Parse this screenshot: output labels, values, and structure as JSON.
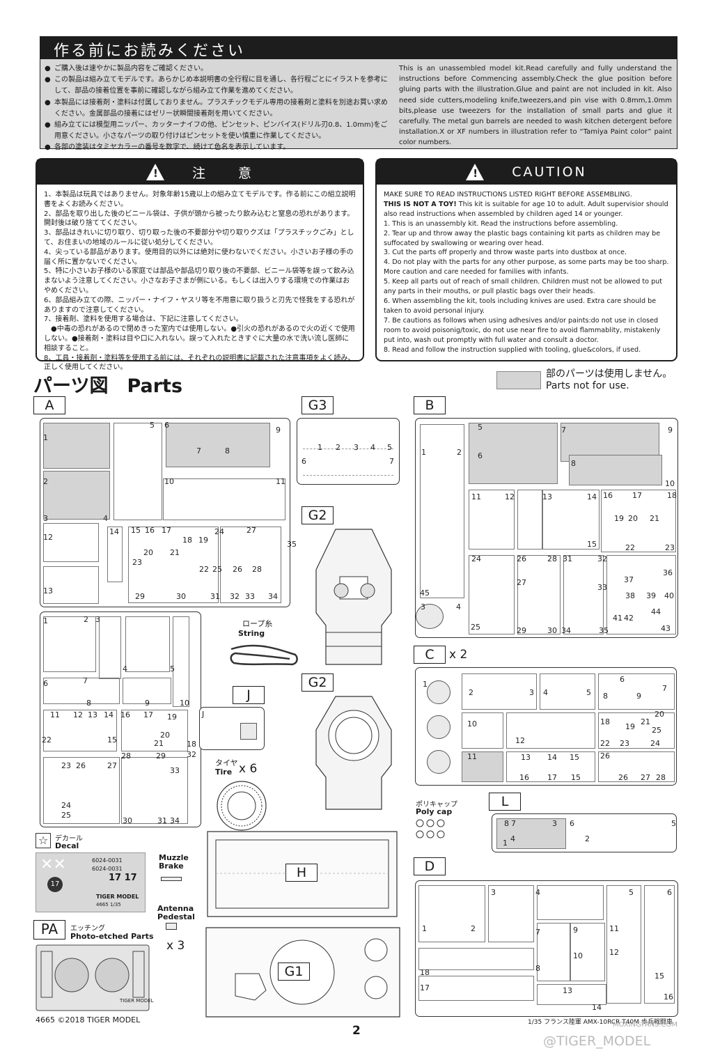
{
  "header": {
    "title": "作る前にお読みください"
  },
  "intro": {
    "jp": [
      "ご購入後は速やかに製品内容をご確認ください。",
      "この製品は組み立てモデルです。あらかじめ本説明書の全行程に目を通し、各行程ごとにイラストを参考にして、部品の接着位置を事前に確認しながら組み立て作業を進めてください。",
      "本製品には接着剤・塗料は付属しておりません。プラスチックモデル専用の接着剤と塗料を別途お買い求めください。金属部品の接着にはゼリー状瞬間接着剤を用いてください。",
      "組み立てには模型用ニッパー、カッターナイフの他、ピンセット、ピンバイス(ドリル刃0.8、1.0mm)をご用意ください。小さなパーツの取り付けはピンセットを使い慎重に作業してください。",
      "各部の塗装はタミヤカラーの番号を数字で、続けて色名を表示しています。"
    ],
    "en": "This is an unassembled model kit.Read carefully and fully understand the instructions before Commencing assembly.Check the glue position before gluing parts with the illustration.Glue and paint are not included in kit. Also need side cutters,modeling knife,tweezers,and pin vise with 0.8mm,1.0mm bits,please use tweezers for the installation of small parts and glue it carefully. The metal gun barrels are needed to wash kitchen detergent before installation.X or XF numbers in illustration refer to “Tamiya Paint color” paint color numbers."
  },
  "warning_jp": {
    "title": "注　　意",
    "lines": [
      "1、本製品は玩具ではありません。対象年齢15歳以上の組み立てモデルです。作る前にこの組立説明書をよくお読みください。",
      "2、部品を取り出した後のビニール袋は、子供が頭から被ったり飲み込むと窒息の恐れがあります。開封後は破り捨ててください。",
      "3、部品はきれいに切り取り、切り取った後の不要部分や切り取りクズは「プラスチックごみ」として、お住まいの地域のルールに従い処分してください。",
      "4、尖っている部品があります。使用目的以外には絶対に使わないでください。小さいお子様の手の届く所に置かないでください。",
      "5、特に小さいお子様のいる家庭では部品や部品切り取り後の不要部、ビニール袋等を誤って飲み込まないよう注意してください。小さなお子さまが側にいる。もしくは出入りする環境での作業はおやめください。",
      "6、部品組み立ての際、ニッパー・ナイフ・ヤスリ等を不用意に取り扱うと刃先で怪我をする恐れがありますので注意してください。",
      "7、接着剤、塗料を使用する場合は、下記に注意してください。",
      "　●中毒の恐れがあるので閉めきった室内では使用しない。●引火の恐れがあるので火の近くで使用しない。●接着剤・塗料は目や口に入れない。誤って入れたときすぐに大量の水で洗い流し医師に相談すること。",
      "8、工具・接着剤・塗料等を使用する前には、それぞれの説明書に記載された注意事項をよく読み、正しく使用してください。"
    ]
  },
  "warning_en": {
    "title": "CAUTION",
    "lead": "MAKE SURE TO READ INSTRUCTIONS LISTED RIGHT BEFORE ASSEMBLING.",
    "toy_bold": "THIS IS NOT A TOY!",
    "toy_rest": " This kit is suitable for age 10 to adult. Adult supervisior should also read instructions when assembled by children aged 14 or younger.",
    "lines": [
      "1. This is an unassembly kit. Read the instructions before assembling.",
      "2. Tear up and throw away the plastic bags containing kit parts as children may be suffocated by swallowing or wearing over head.",
      "3. Cut the parts off properly and throw waste parts into dustbox at once.",
      "4. Do not play with the parts for any other purpose, as some parts may be too sharp. More caution and care needed for families with infants.",
      "5. Keep all parts out of reach of small children. Children must not be allowed to put any parts in their mouths, or pull plastic bags over their heads.",
      "6. When assembling the kit, tools including knives are used. Extra care should be taken to avoid personal injury.",
      "7. Be cautions as follows when using adhesives and/or paints:do not use in closed room to avoid poisonig/toxic, do not use near fire to avoid flammablity, mistakenly put into, wash out promptly with full water and consult a doctor.",
      "8. Read and follow the instruction supplied with tooling, glue&colors, if used."
    ]
  },
  "parts": {
    "title": "パーツ図　Parts",
    "not_used_jp": "部のパーツは使用しません。",
    "not_used_en": "Parts not for use."
  },
  "labels": {
    "A": "A",
    "G3": "G3",
    "B": "B",
    "G2a": "G2",
    "G2b": "G2",
    "C": "C",
    "C_mult": "x 2",
    "J": "J",
    "L": "L",
    "D": "D",
    "H": "H",
    "G1": "G1",
    "PA": "PA"
  },
  "notes": {
    "string_jp": "ロープ糸",
    "string_en": "String",
    "tire_jp": "タイヤ",
    "tire_en": "Tire",
    "tire_mult": "x 6",
    "polycap_jp": "ポリキャップ",
    "polycap_en": "Poly cap",
    "decal_jp": "デカール",
    "decal_en": "Decal",
    "muzzle_l1": "Muzzle",
    "muzzle_l2": "Brake",
    "antenna_l1": "Antenna",
    "antenna_l2": "Pedestal",
    "antenna_mult": "x 3",
    "pe_jp": "エッチング",
    "pe_en": "Photo-etched Parts"
  },
  "decal": {
    "code1": "6024-0031",
    "code2": "6024-0031",
    "num": "17 17",
    "badge": "17",
    "brand": "TIGER MODEL",
    "brand_sub": "4665 1/35",
    "pe_code": "TIGER MODEL"
  },
  "part_numbers": {
    "A_top": [
      "1",
      "2",
      "3",
      "4",
      "5",
      "6",
      "7",
      "8",
      "9",
      "10",
      "11"
    ],
    "A_mid": [
      "12",
      "13",
      "14",
      "15",
      "16",
      "17",
      "18",
      "19",
      "20",
      "21",
      "22",
      "23",
      "24",
      "25",
      "26",
      "27",
      "28",
      "29",
      "30",
      "31",
      "32",
      "33",
      "34",
      "35"
    ],
    "A_low": [
      "1",
      "2",
      "3",
      "4",
      "5",
      "6",
      "7",
      "8",
      "9",
      "10",
      "11",
      "12",
      "13",
      "14",
      "15",
      "16",
      "17",
      "18",
      "19",
      "20",
      "21",
      "22",
      "23",
      "24",
      "25",
      "26",
      "27",
      "28",
      "29",
      "30",
      "31",
      "32",
      "33",
      "34"
    ],
    "G3": [
      "1",
      "2",
      "3",
      "4",
      "5",
      "6",
      "7"
    ],
    "B": [
      "1",
      "2",
      "3",
      "4",
      "5",
      "6",
      "7",
      "8",
      "9",
      "10",
      "11",
      "12",
      "13",
      "14",
      "15",
      "16",
      "17",
      "18",
      "19",
      "20",
      "21",
      "22",
      "23",
      "24",
      "25",
      "26",
      "27",
      "28",
      "29",
      "30",
      "31",
      "32",
      "33",
      "34",
      "35",
      "36",
      "37",
      "38",
      "39",
      "40",
      "41",
      "42",
      "43",
      "44",
      "45"
    ],
    "C": [
      "1",
      "2",
      "3",
      "4",
      "5",
      "6",
      "7",
      "8",
      "9",
      "10",
      "11",
      "12",
      "13",
      "14",
      "15",
      "15",
      "16",
      "17",
      "18",
      "19",
      "20",
      "21",
      "22",
      "23",
      "24",
      "25",
      "26",
      "26",
      "27",
      "28"
    ],
    "L": [
      "1",
      "2",
      "3",
      "4",
      "5",
      "6",
      "7",
      "8"
    ],
    "D": [
      "1",
      "2",
      "3",
      "4",
      "5",
      "6",
      "7",
      "8",
      "9",
      "10",
      "11",
      "12",
      "13",
      "14",
      "15",
      "16",
      "17",
      "18"
    ]
  },
  "footer": {
    "left": "4665  ©2018  TIGER MODEL",
    "page": "2",
    "right": "1/35 フランス陸軍 AMX-10RCR T40M 歩兵戦闘車",
    "watermark": "@TIGER_MODEL",
    "watermark2": "MOXINGFANS.COM"
  },
  "colors": {
    "dark": "#1d1d1d",
    "grey_fill": "#d4d4d4"
  }
}
